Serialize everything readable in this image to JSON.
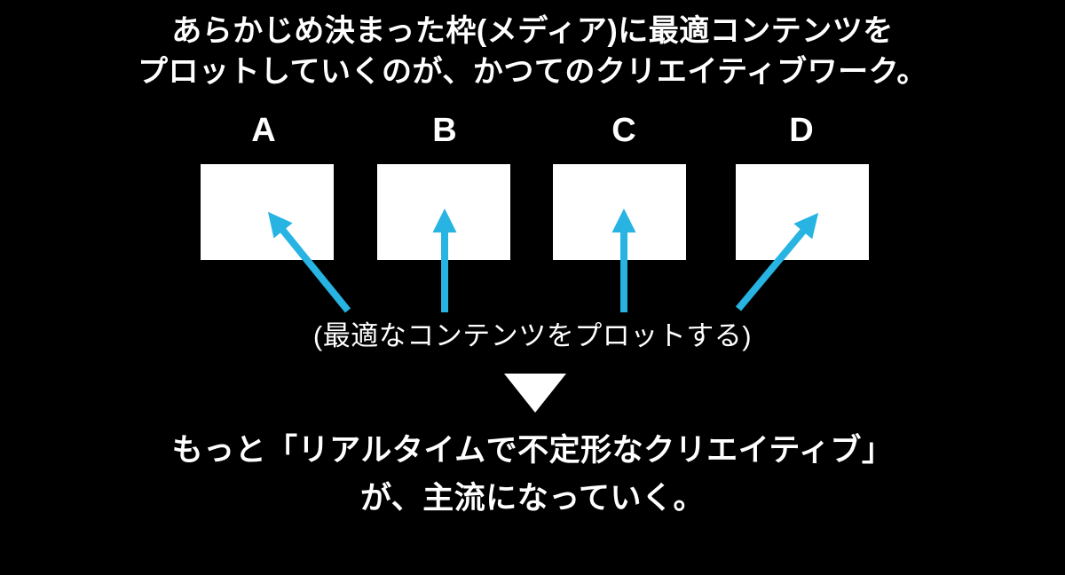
{
  "slide": {
    "background_color": "#000000",
    "accent_color": "#27b4e2",
    "triangle_color": "#ffffff",
    "text_color": "#ffffff",
    "top_text": {
      "line1": "あらかじめ決まった枠(メディア)に最適コンテンツを",
      "line2": "プロットしていくのが、かつてのクリエイティブワーク。"
    },
    "frames": {
      "labels": [
        "A",
        "B",
        "C",
        "D"
      ]
    },
    "caption": "(最適なコンテンツをプロットする)",
    "bottom_text": {
      "line1": "もっと「リアルタイムで不定形なクリエイティブ」",
      "line2": "が、主流になっていく。"
    }
  }
}
